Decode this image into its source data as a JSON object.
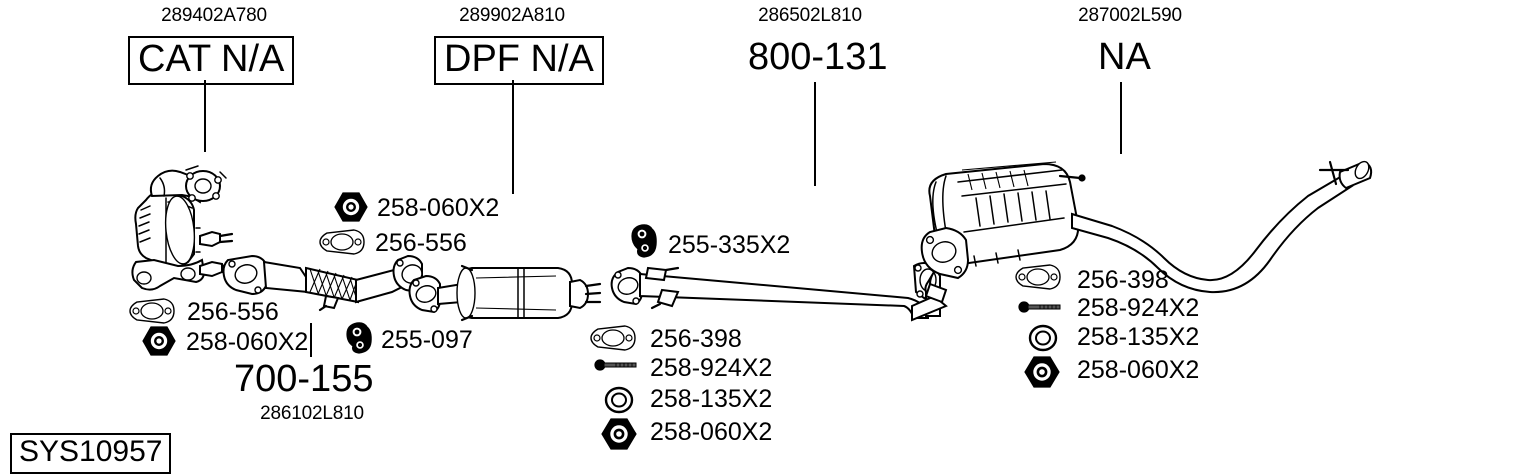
{
  "diagram": {
    "system_code": "SYS10957",
    "title_groups": [
      {
        "oem": "289402A780",
        "label": "CAT N/A",
        "boxed": true
      },
      {
        "oem": "289902A810",
        "label": "DPF N/A",
        "boxed": true
      },
      {
        "oem": "286502L810",
        "label": "800-131",
        "boxed": false
      },
      {
        "oem": "287002L590",
        "label": "NA",
        "boxed": false
      }
    ],
    "front_pipe": {
      "part": "700-155",
      "oem": "286102L810"
    },
    "parts": {
      "cat_nut": {
        "label": "258-060X2",
        "icon": "nut-icon"
      },
      "cat_gasket": {
        "label": "256-556",
        "icon": "flange-gasket-icon"
      },
      "front_gasket": {
        "label": "256-556",
        "icon": "flange-gasket-icon"
      },
      "front_nut": {
        "label": "258-060X2",
        "icon": "nut-icon"
      },
      "hanger_255_097": {
        "label": "255-097",
        "icon": "rubber-hanger-icon"
      },
      "hanger_255_335": {
        "label": "255-335X2",
        "icon": "rubber-hanger-icon"
      },
      "mid_gasket": {
        "label": "256-398",
        "icon": "flange-gasket-icon"
      },
      "mid_bolt": {
        "label": "258-924X2",
        "icon": "bolt-icon"
      },
      "mid_washer": {
        "label": "258-135X2",
        "icon": "washer-icon"
      },
      "mid_nut": {
        "label": "258-060X2",
        "icon": "nut-icon"
      },
      "rear_gasket": {
        "label": "256-398",
        "icon": "flange-gasket-icon"
      },
      "rear_bolt": {
        "label": "258-924X2",
        "icon": "bolt-icon"
      },
      "rear_washer": {
        "label": "258-135X2",
        "icon": "washer-icon"
      },
      "rear_nut": {
        "label": "258-060X2",
        "icon": "nut-icon"
      }
    }
  }
}
